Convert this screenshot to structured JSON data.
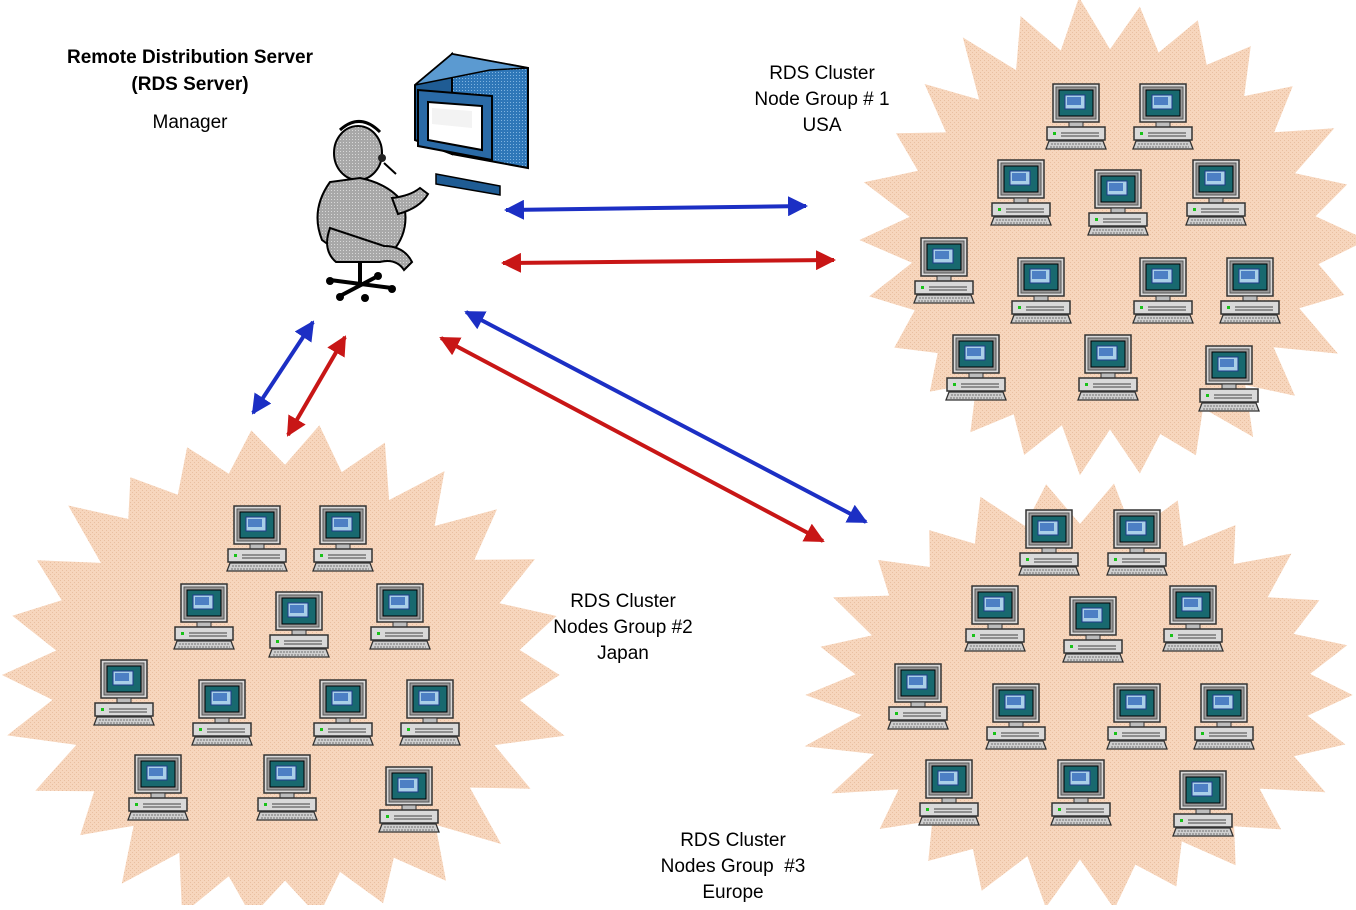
{
  "server": {
    "title_line1": "Remote Distribution Server",
    "title_line2": "(RDS Server)",
    "role": "Manager"
  },
  "groups": [
    {
      "id": "usa",
      "line1": "RDS Cluster",
      "line2": "Node Group # 1",
      "line3": "USA"
    },
    {
      "id": "japan",
      "line1": "RDS Cluster",
      "line2": "Nodes Group #2",
      "line3": "Japan"
    },
    {
      "id": "europe",
      "line1": "RDS Cluster",
      "line2": "Nodes Group  #3",
      "line3": "Europe"
    }
  ],
  "colors": {
    "cloud_fill": "#f7d6bd",
    "cloud_dot": "#e9bfa0",
    "arrow_blue": "#1c2fc4",
    "arrow_red": "#c81616",
    "monitor_blue": "#2f77b8",
    "screen": "#18696f",
    "pc_body": "#d9d9d9"
  },
  "icons": {
    "server": "operator-at-workstation-icon",
    "node": "desktop-computer-icon"
  }
}
